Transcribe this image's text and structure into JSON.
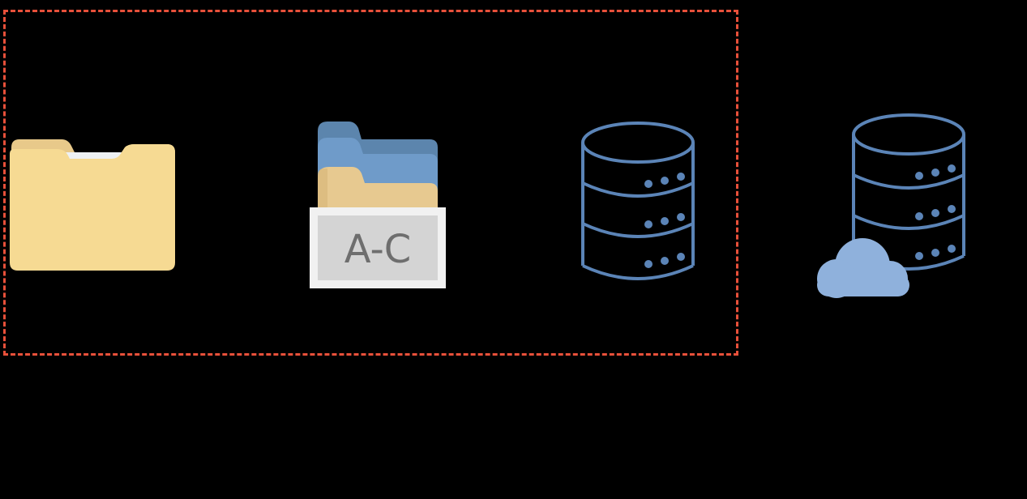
{
  "diagram": {
    "group_border_color": "#e8503a",
    "background_color": "#000000",
    "nodes": [
      {
        "id": "folder",
        "icon": "folder-icon"
      },
      {
        "id": "indexed-cabinet",
        "icon": "indexed-folder-cabinet-icon",
        "label": "A-C"
      },
      {
        "id": "database",
        "icon": "database-server-icon"
      },
      {
        "id": "cloud-database",
        "icon": "cloud-database-icon"
      }
    ]
  }
}
